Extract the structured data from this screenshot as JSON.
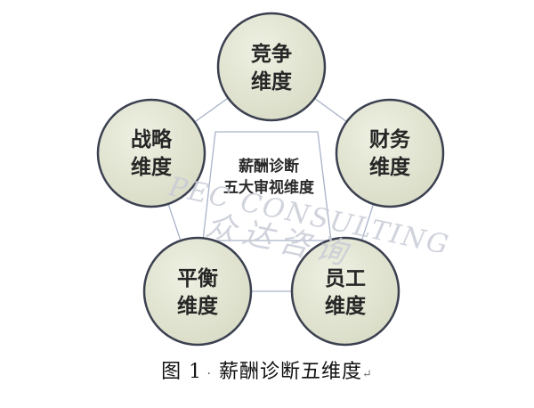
{
  "diagram": {
    "center_lines": [
      "薪酬诊断",
      "五大审视维度"
    ],
    "nodes": [
      {
        "id": "competition",
        "lines": [
          "竞争",
          "维度"
        ]
      },
      {
        "id": "finance",
        "lines": [
          "财务",
          "维度"
        ]
      },
      {
        "id": "employee",
        "lines": [
          "员工",
          "维度"
        ]
      },
      {
        "id": "balance",
        "lines": [
          "平衡",
          "维度"
        ]
      },
      {
        "id": "strategy",
        "lines": [
          "战略",
          "维度"
        ]
      }
    ],
    "watermark": {
      "latin": "PEC CONSULTING",
      "chinese": "众达咨询"
    },
    "colors": {
      "circle_fill": "#e4e6d3",
      "circle_stroke": "#3b4050",
      "line": "#a9b3c8"
    }
  },
  "caption": {
    "label": "图 1",
    "text": "薪酬诊断五维度"
  }
}
